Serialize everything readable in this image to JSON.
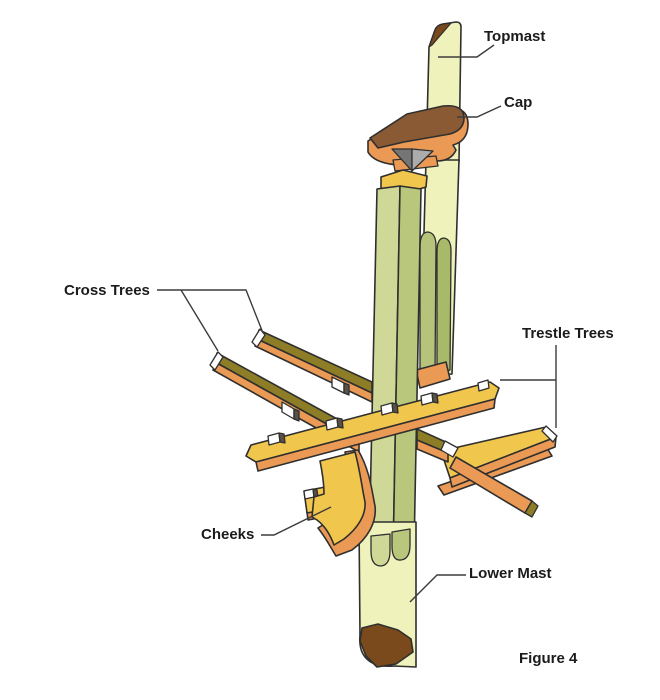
{
  "figure_caption": "Figure 4",
  "diagram": {
    "subject": "Mast doubling assembly",
    "labels": [
      {
        "id": "topmast",
        "text": "Topmast"
      },
      {
        "id": "cap",
        "text": "Cap"
      },
      {
        "id": "cross-trees",
        "text": "Cross Trees"
      },
      {
        "id": "trestle-trees",
        "text": "Trestle Trees"
      },
      {
        "id": "cheeks",
        "text": "Cheeks"
      },
      {
        "id": "lower-mast",
        "text": "Lower Mast"
      }
    ]
  },
  "colors": {
    "background": "#ffffff",
    "pale": "#f0f2bc",
    "green_light": "#cfd897",
    "green_dark": "#b9c77d",
    "tongue_light": "#b5c47a",
    "tongue_dark": "#a8b969",
    "brown": "#8a5a35",
    "dark_brown": "#7a4a1d",
    "orange": "#eb9a55",
    "yellow": "#f1c64d",
    "olive": "#8e7d27",
    "gray_dark": "#757575",
    "gray_light": "#acacac",
    "white": "#ffffff",
    "notch_dark": "#5a5244",
    "outline": "#2f2f2f",
    "leader": "#3c3c3c",
    "text": "#1b1b1b"
  }
}
